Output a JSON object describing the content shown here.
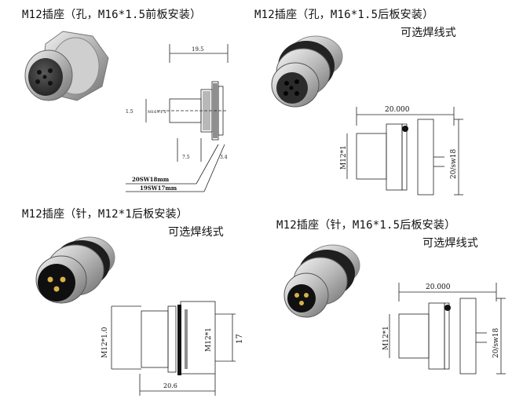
{
  "panels": [
    {
      "title": "M12插座（孔，M16*1.5前板安装）",
      "dims": {
        "length": "19.5",
        "left_a": "1.5",
        "left_b": "M16×1.5",
        "small_a": "7.5",
        "small_b": "3.4",
        "sw1": "20SW18mm",
        "sw2": "19SW17mm"
      }
    },
    {
      "title": "M12插座（孔，M16*1.5后板安装）",
      "subtitle": "可选焊线式",
      "dims": {
        "length": "20.000",
        "left": "M12*1",
        "right": "20/sw18"
      }
    },
    {
      "title": "M12插座（针，M12*1后板安装）",
      "subtitle": "可选焊线式",
      "dims": {
        "left": "M12*1.0",
        "middle": "M12*1",
        "right": "17",
        "bottom": "20.6"
      }
    },
    {
      "title": "M12插座（针，M16*1.5后板安装）",
      "subtitle": "可选焊线式",
      "dims": {
        "length": "20.000",
        "left": "M12*1",
        "right": "20/sw18"
      }
    }
  ]
}
